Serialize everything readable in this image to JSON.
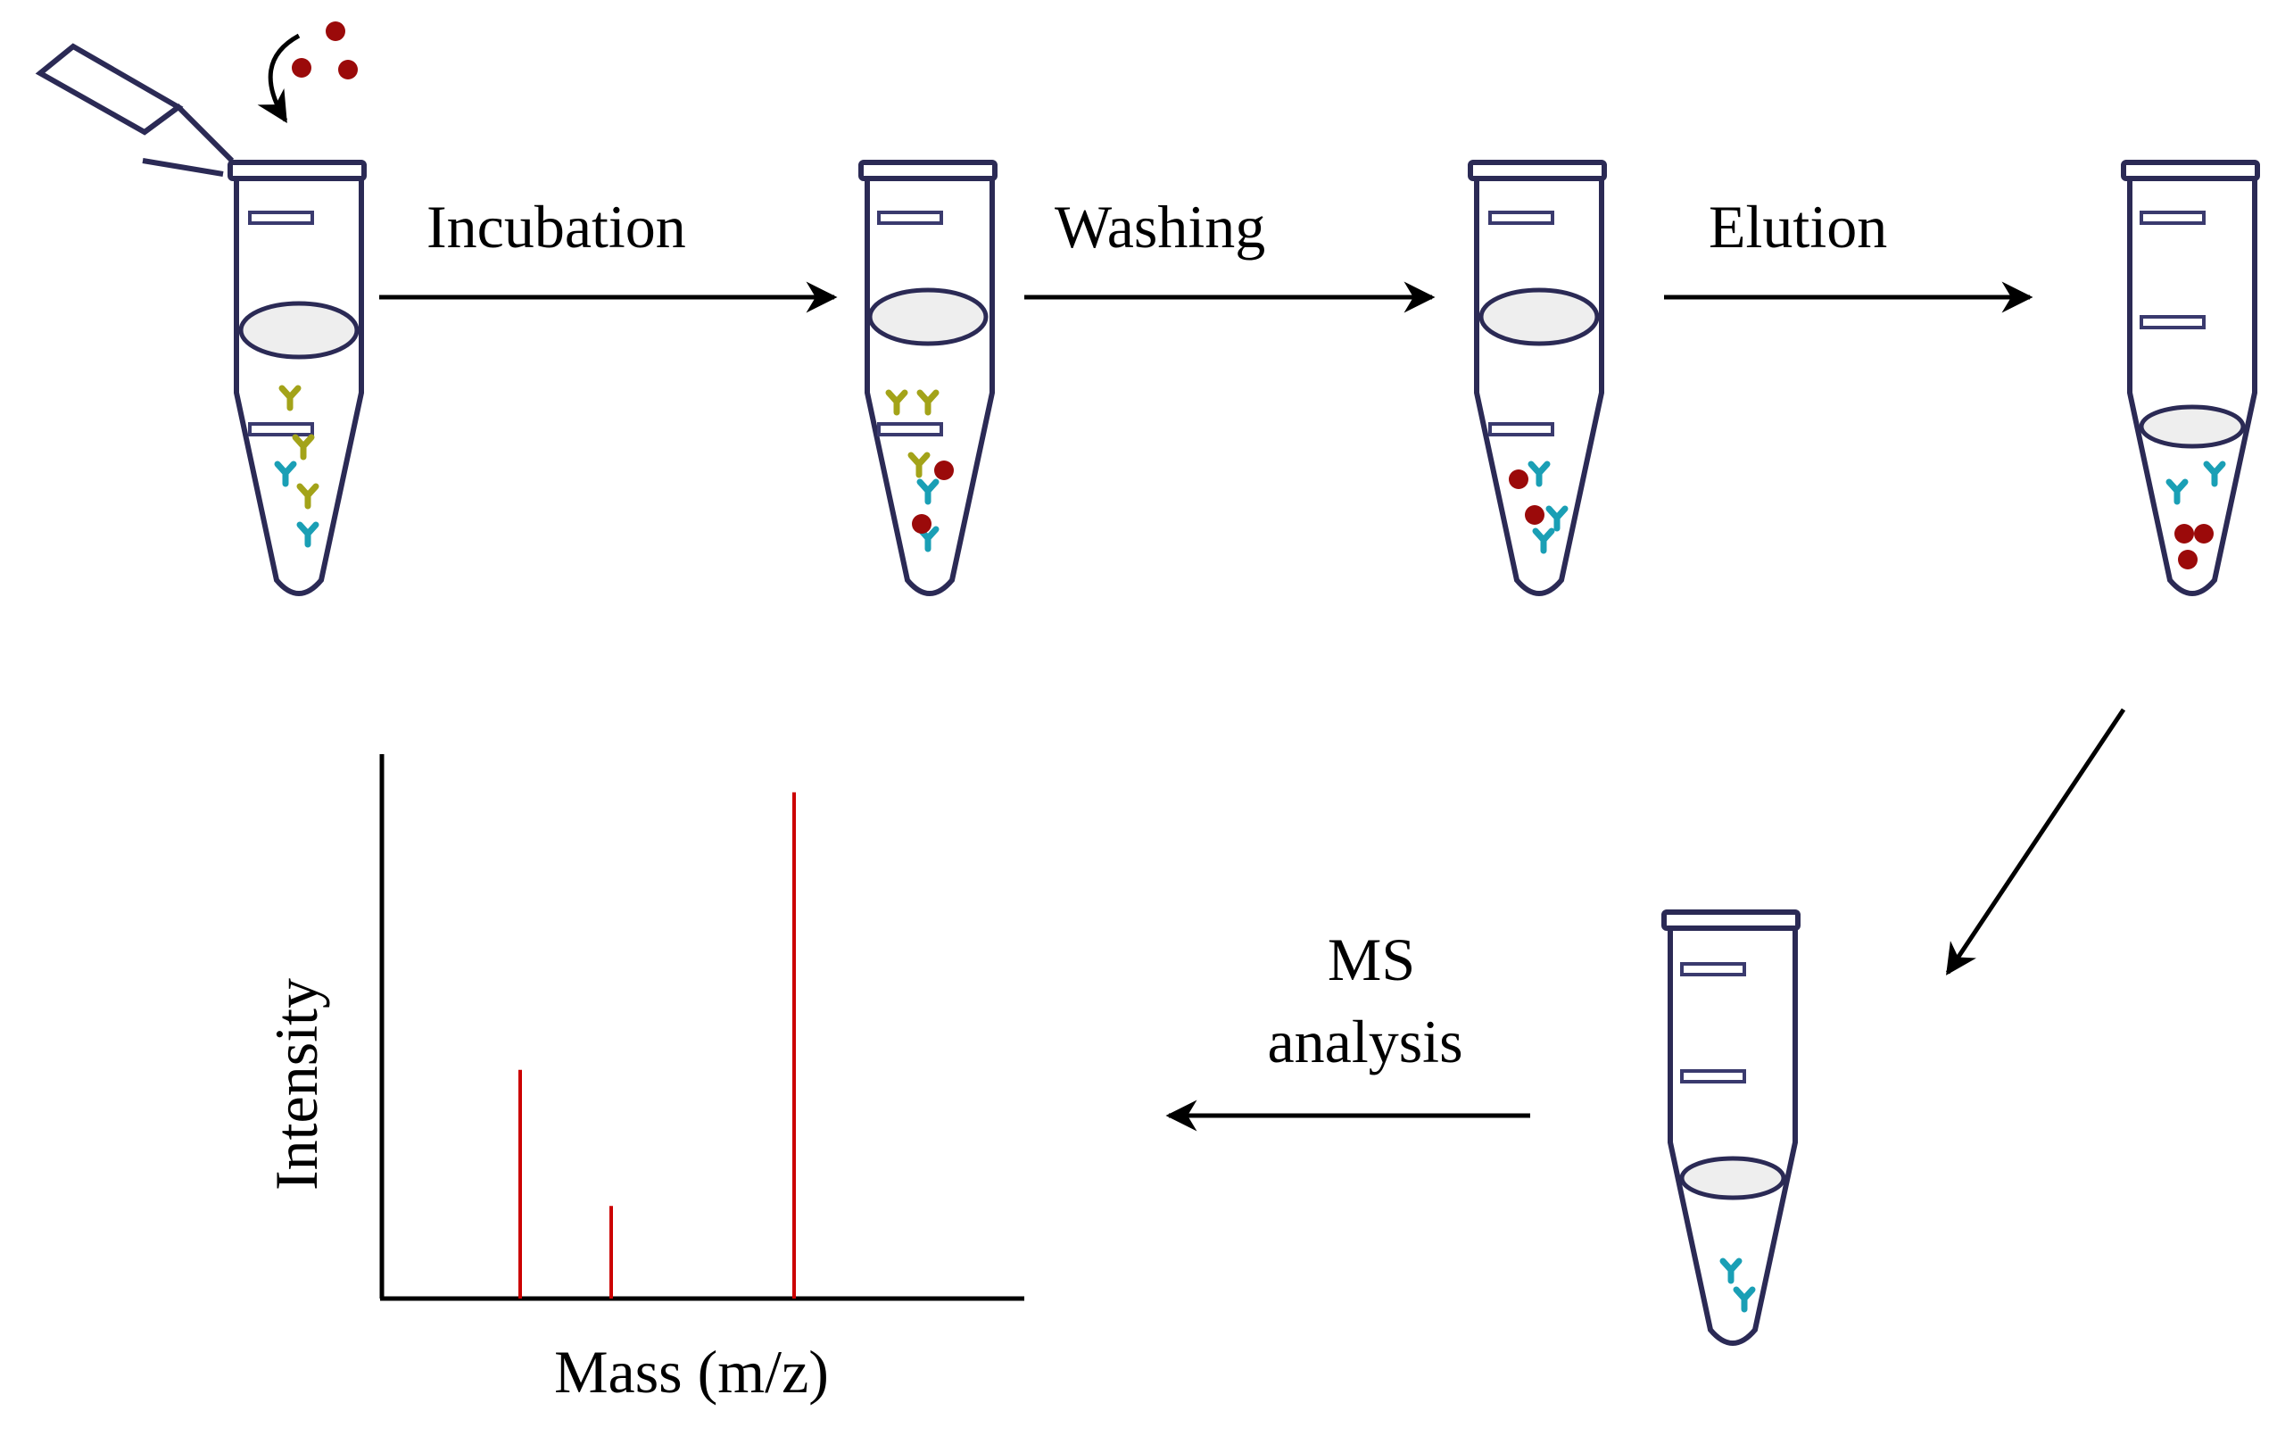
{
  "steps": {
    "incubation": "Incubation",
    "washing": "Washing",
    "elution": "Elution",
    "ms_line1": "MS",
    "ms_line2": "analysis"
  },
  "chart": {
    "xlabel": "Mass (m/z)",
    "ylabel": "Intensity"
  },
  "chart_data": {
    "type": "bar",
    "xlabel": "Mass (m/z)",
    "ylabel": "Intensity",
    "x": [
      1,
      2,
      3
    ],
    "values": [
      0.42,
      0.17,
      0.93
    ],
    "ylim": [
      0,
      1
    ],
    "grid": false,
    "color": "#cc0000"
  },
  "colors": {
    "tube_outline": "#2b2a55",
    "tube_mark": "#3a3a6e",
    "filter_fill": "#eeeeee",
    "analyte_dot": "#9b0a0a",
    "antibody_olive": "#a3a319",
    "antibody_teal": "#1a9fb5",
    "peak": "#cc0000"
  }
}
